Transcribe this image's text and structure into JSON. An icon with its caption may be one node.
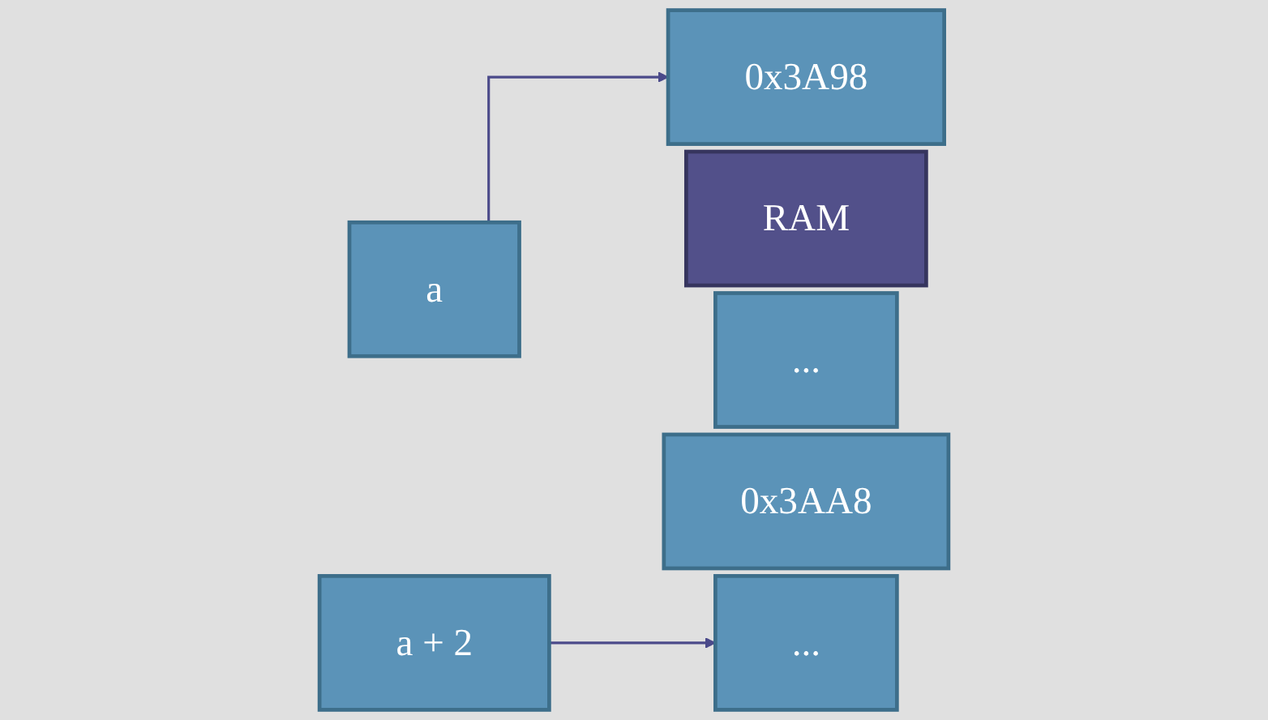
{
  "diagram": {
    "nodes": [
      {
        "text": [
          "a"
        ]
      },
      {
        "text": [
          "a + 2"
        ]
      },
      {
        "text": [
          "RAM"
        ]
      },
      {
        "text": [
          "0x3A98"
        ]
      },
      {
        "text": [
          "..."
        ]
      },
      {
        "text": [
          "..."
        ]
      },
      {
        "text": [
          "0x3AA8"
        ]
      }
    ],
    "edges": [
      {
        "from": 0,
        "to": 3,
        "arrow": "to"
      },
      {
        "from": 1,
        "to": 5,
        "arrow": "to"
      }
    ]
  }
}
